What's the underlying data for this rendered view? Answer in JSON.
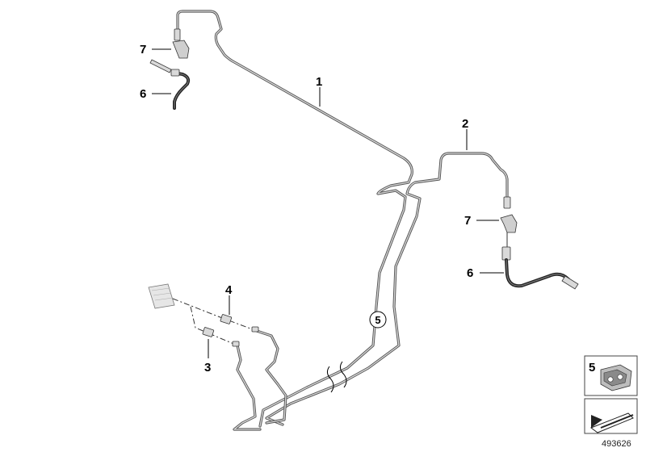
{
  "callouts": {
    "c1": "1",
    "c2": "2",
    "c3": "3",
    "c4": "4",
    "c5_circle": "5",
    "c6_top": "6",
    "c6_right": "6",
    "c7_top": "7",
    "c7_right": "7",
    "legend_5": "5"
  },
  "reference_number": "493626",
  "colors": {
    "pipe": "#555555",
    "hose": "#222222",
    "background": "#ffffff"
  }
}
